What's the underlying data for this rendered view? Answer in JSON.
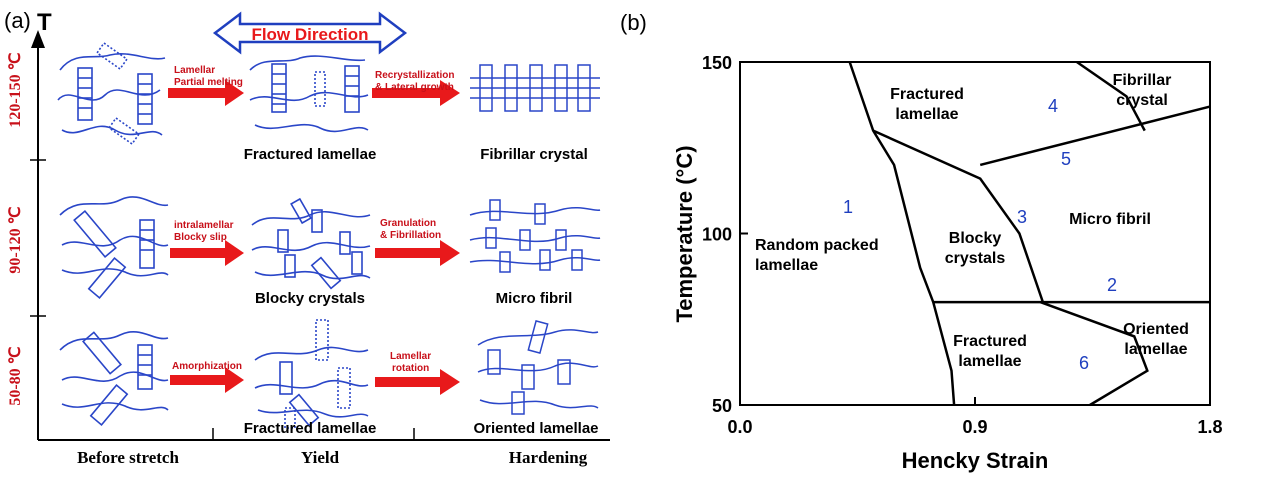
{
  "panel_a": {
    "label": "(a)",
    "axis_symbol": "T",
    "flow_label": "Flow Direction",
    "rows": [
      {
        "temp": "120-150 ℃",
        "arrow1_line1": "Lamellar",
        "arrow1_line2": "Partial melting",
        "arrow2_line1": "Recrystallization",
        "arrow2_line2": "& Lateral growth",
        "caption_mid": "Fractured lamellae",
        "caption_right": "Fibrillar crystal"
      },
      {
        "temp": "90-120 ℃",
        "arrow1_line1": "intralamellar",
        "arrow1_line2": "Blocky slip",
        "arrow2_line1": "Granulation",
        "arrow2_line2": "& Fibrillation",
        "caption_mid": "Blocky crystals",
        "caption_right": "Micro fibril"
      },
      {
        "temp": "50-80 ℃",
        "arrow1_line1": "Amorphization",
        "arrow1_line2": "",
        "arrow2_line1": "Lamellar",
        "arrow2_line2": "rotation",
        "caption_mid": "Fractured lamellae",
        "caption_right": "Oriented lamellae"
      }
    ],
    "stages": [
      "Before stretch",
      "Yield",
      "Hardening"
    ],
    "colors": {
      "crystal": "#2a46c8",
      "arrow": "#e8191b",
      "temp": "#c8101a",
      "arrow_text": "#c8101a"
    }
  },
  "panel_b": {
    "label": "(b)",
    "chart_data": {
      "type": "diagram",
      "xlabel": "Hencky Strain",
      "ylabel": "Temperature (°C)",
      "xlim": [
        0.0,
        1.8
      ],
      "ylim": [
        50,
        150
      ],
      "xticks": [
        "0.0",
        "0.9",
        "1.8"
      ],
      "yticks": [
        "50",
        "100",
        "150"
      ],
      "regions": [
        "Random packed lamellae",
        "Fractured lamellae",
        "Fibrillar crystal",
        "Blocky crystals",
        "Micro fibril",
        "Fractured lamellae",
        "Oriented lamellae"
      ],
      "boundary_numbers": [
        "1",
        "2",
        "3",
        "4",
        "5",
        "6"
      ],
      "boundaries": [
        {
          "id": "1",
          "points": [
            [
              0.42,
              150
            ],
            [
              0.51,
              130
            ],
            [
              0.59,
              120
            ],
            [
              0.69,
              90
            ],
            [
              0.74,
              80
            ],
            [
              0.81,
              60
            ],
            [
              0.82,
              50
            ]
          ]
        },
        {
          "id": "2",
          "points": [
            [
              0.74,
              80
            ],
            [
              1.8,
              80
            ]
          ]
        },
        {
          "id": "3",
          "points": [
            [
              0.51,
              130
            ],
            [
              0.92,
              116
            ],
            [
              1.07,
              100
            ],
            [
              1.16,
              80
            ]
          ]
        },
        {
          "id": "4",
          "points": [
            [
              1.29,
              150
            ],
            [
              1.48,
              140
            ],
            [
              1.55,
              130
            ]
          ]
        },
        {
          "id": "5",
          "points": [
            [
              0.92,
              120
            ],
            [
              1.8,
              137
            ]
          ]
        },
        {
          "id": "6",
          "points": [
            [
              1.15,
              80
            ],
            [
              1.51,
              70
            ],
            [
              1.56,
              60
            ],
            [
              1.34,
              50
            ]
          ]
        }
      ],
      "number_colors": "#1f3fbf"
    }
  }
}
